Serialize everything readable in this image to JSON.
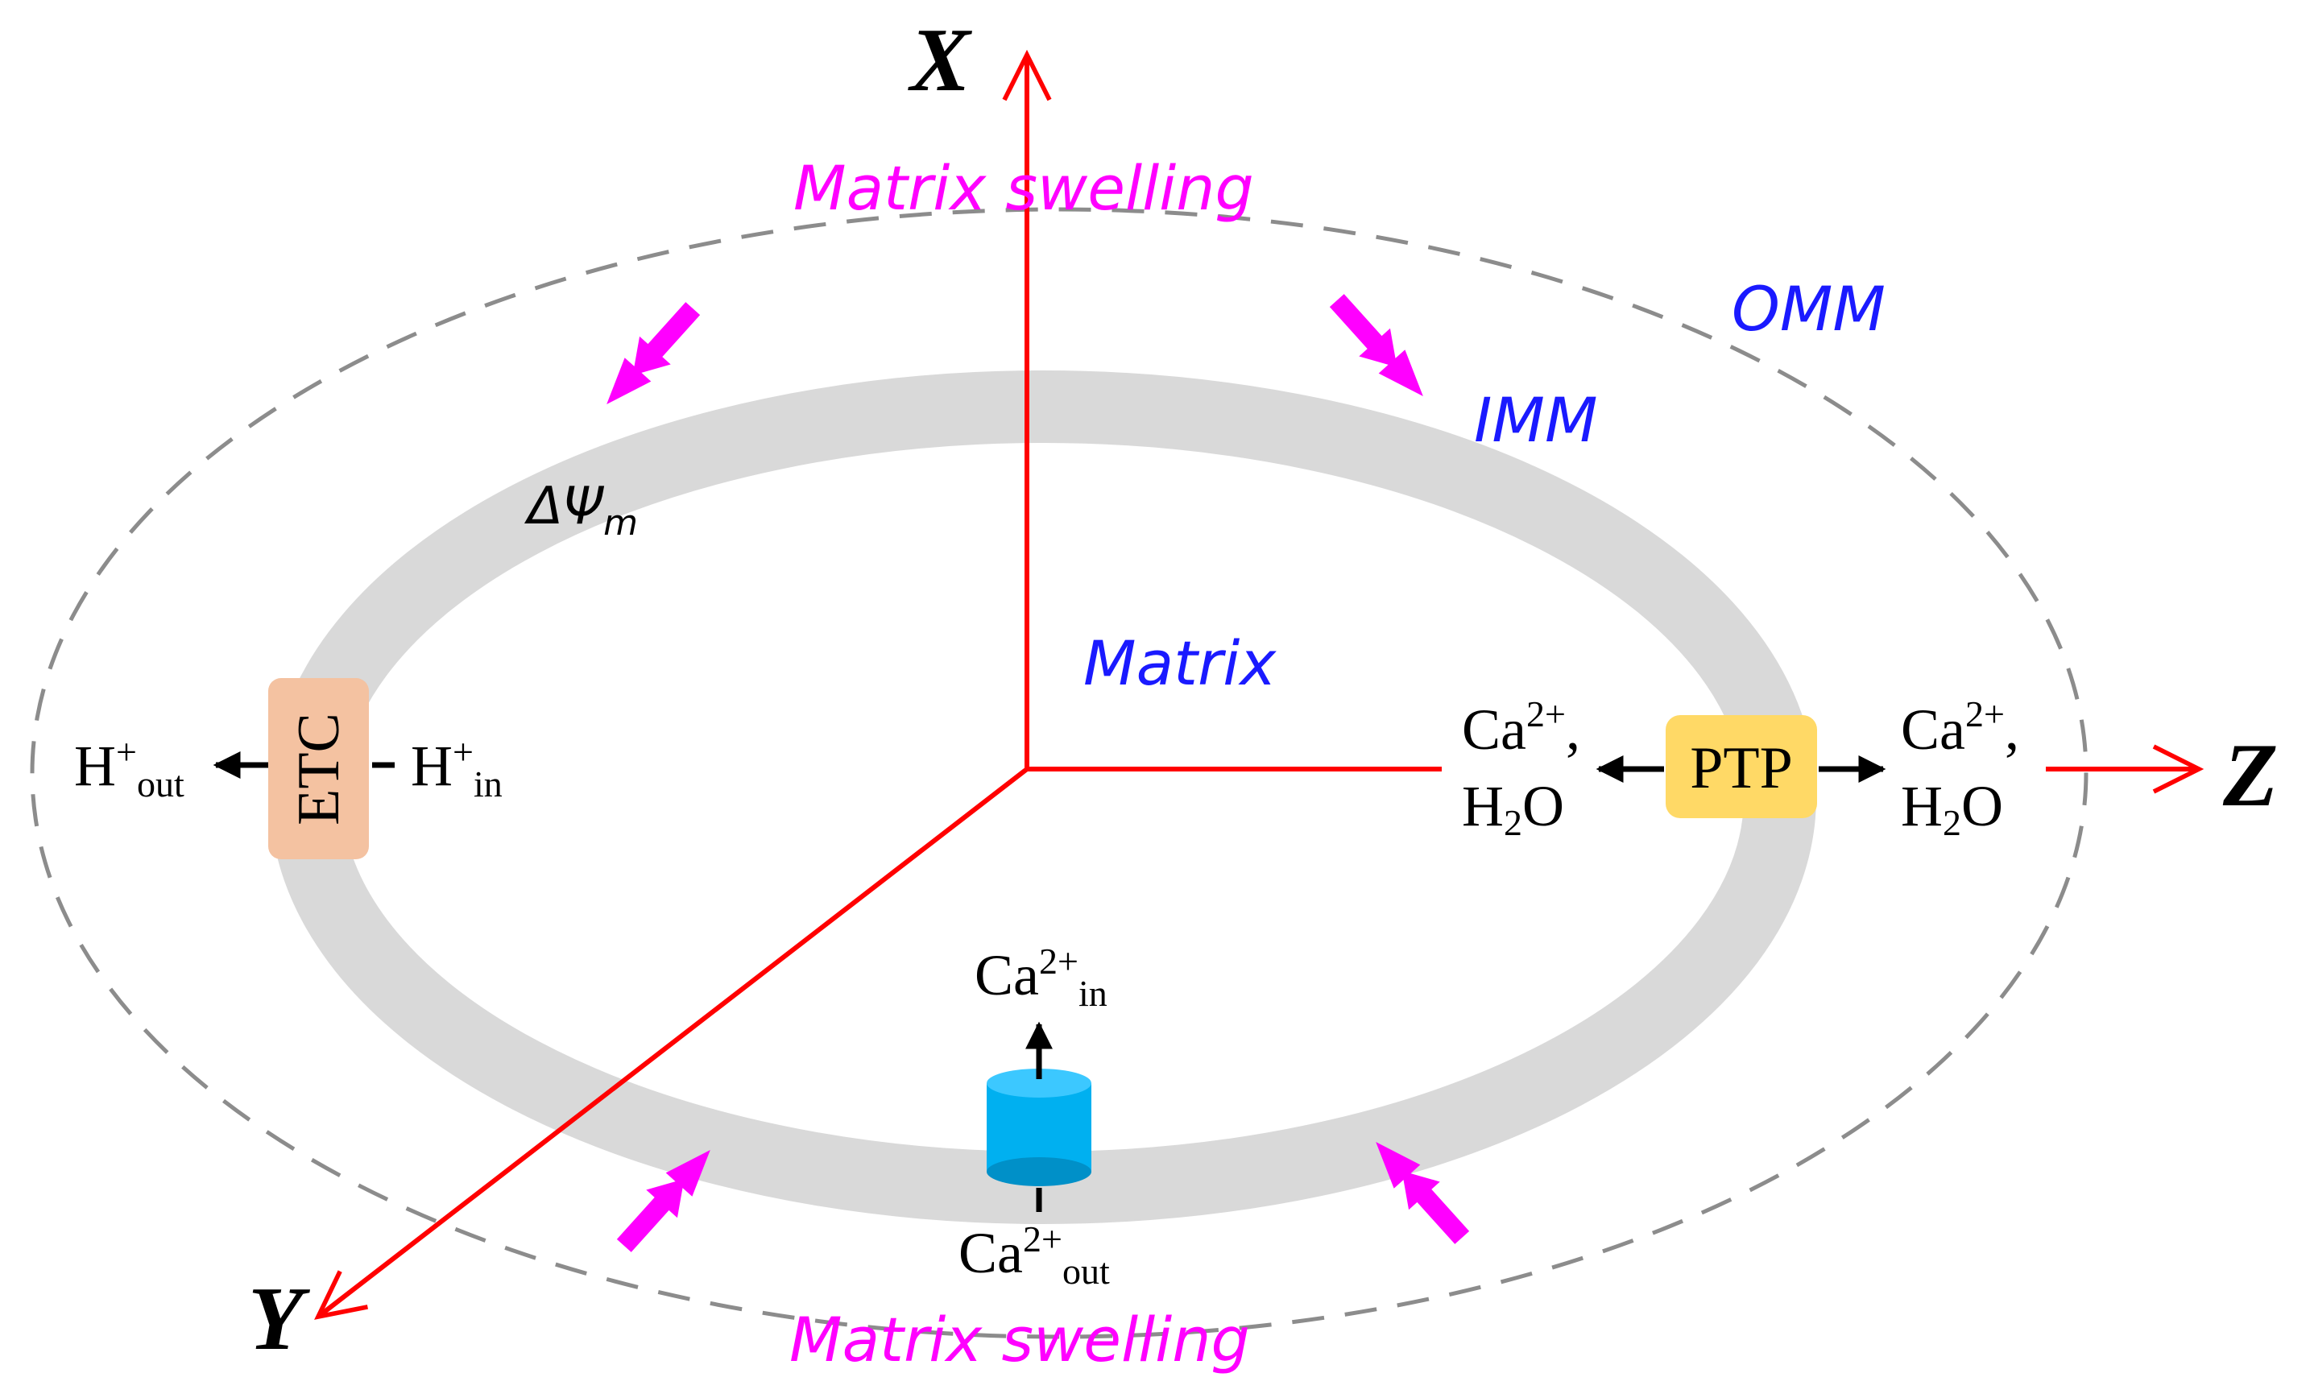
{
  "axes": {
    "x_label": "X",
    "y_label": "Y",
    "z_label": "Z"
  },
  "labels": {
    "swelling_top": "Matrix swelling",
    "swelling_bottom": "Matrix swelling",
    "omm": "OMM",
    "imm": "IMM",
    "matrix": "Matrix",
    "delta_psi": "ΔΨ",
    "delta_psi_sub": "m"
  },
  "etc": {
    "box_label": "ETC",
    "h_out_base": "H",
    "h_out_sup": "+",
    "h_out_sub": "out",
    "h_in_base": "H",
    "h_in_sup": "+",
    "h_in_sub": "in"
  },
  "ptp": {
    "box_label": "PTP",
    "left_ca_base": "Ca",
    "left_ca_sup": "2+",
    "left_ca_comma": ",",
    "left_h2o_h": "H",
    "left_h2o_2": "2",
    "left_h2o_o": "O",
    "right_ca_base": "Ca",
    "right_ca_sup": "2+",
    "right_ca_comma": ",",
    "right_h2o_h": "H",
    "right_h2o_2": "2",
    "right_h2o_o": "O"
  },
  "channel": {
    "ca_in_base": "Ca",
    "ca_in_sup": "2+",
    "ca_in_sub": "in",
    "ca_out_base": "Ca",
    "ca_out_sup": "2+",
    "ca_out_sub": "out"
  },
  "colors": {
    "axis": "#ff0000",
    "membrane": "#d9d9d9",
    "omm_dash": "#8c8c8c",
    "swelling": "#ff00ff",
    "label_blue": "#1a1aff",
    "etc_box": "#f4c2a1",
    "ptp_box": "#ffd966",
    "channel": "#00b0f0"
  }
}
